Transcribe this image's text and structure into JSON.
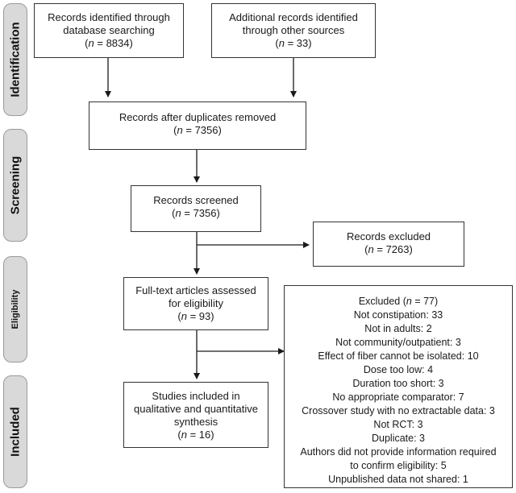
{
  "stages": [
    "Identification",
    "Screening",
    "Eligibility",
    "Included"
  ],
  "boxes": {
    "db_search": {
      "lines": [
        "Records identified through",
        "database searching"
      ],
      "n": "8834"
    },
    "other_sources": {
      "lines": [
        "Additional records identified",
        "through other sources"
      ],
      "n": "33"
    },
    "duplicates_removed": {
      "lines": [
        "Records after duplicates removed"
      ],
      "n": "7356"
    },
    "screened": {
      "lines": [
        "Records screened"
      ],
      "n": "7356"
    },
    "excluded_records": {
      "lines": [
        "Records excluded"
      ],
      "n": "7263"
    },
    "fulltext": {
      "lines": [
        "Full-text articles assessed",
        "for eligibility"
      ],
      "n": "93"
    },
    "included": {
      "lines": [
        "Studies included in",
        "qualitative and quantitative",
        "synthesis"
      ],
      "n": "16"
    },
    "excluded_fulltext": {
      "heading_prefix": "Excluded (",
      "n": "77",
      "heading_suffix": ")",
      "reasons": [
        "Not constipation: 33",
        "Not in adults: 2",
        "Not community/outpatient: 3",
        "Effect of fiber cannot be isolated: 10",
        "Dose too low: 4",
        "Duration too short: 3",
        "No appropriate comparator: 7",
        "Crossover study with no extractable data: 3",
        "Not RCT: 3",
        "Duplicate: 3",
        "Authors did not provide information required",
        "to confirm eligibility: 5",
        "Unpublished data not shared: 1"
      ]
    }
  },
  "n_prefix": "(",
  "n_symbol": "n",
  "n_equals": " = ",
  "n_suffix": ")"
}
